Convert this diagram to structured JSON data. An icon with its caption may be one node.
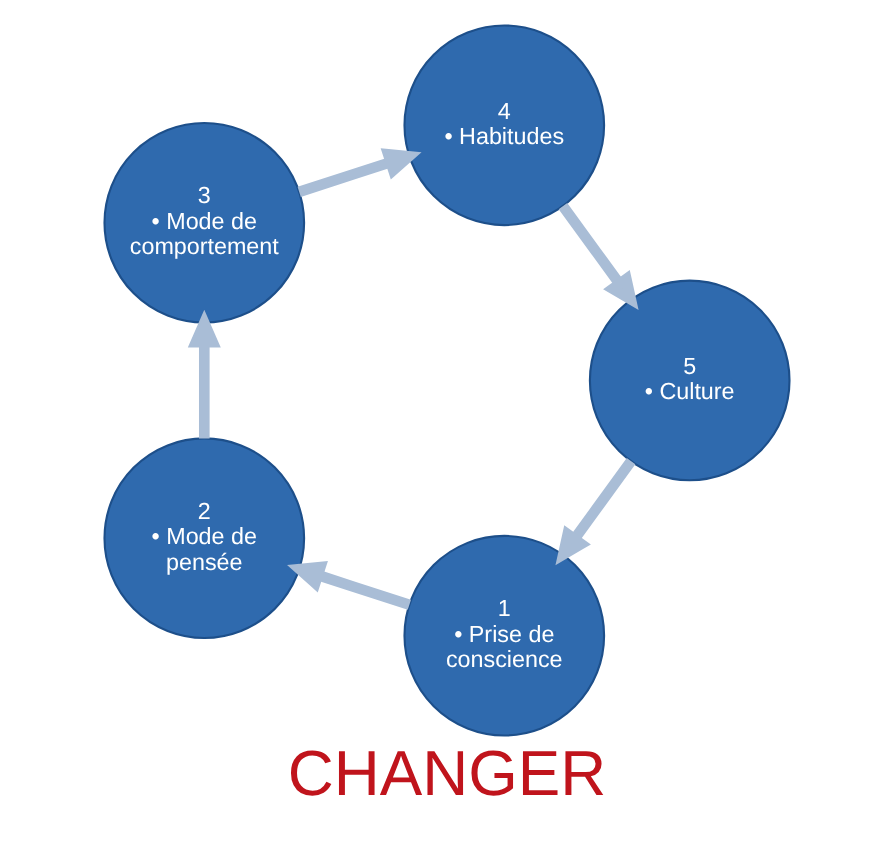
{
  "diagram": {
    "title": "CHANGER",
    "nodes": [
      {
        "text": [
          "1",
          "• Prise de conscience"
        ]
      },
      {
        "text": [
          "2",
          "• Mode de pensée"
        ]
      },
      {
        "text": [
          "3",
          "• Mode de comportement"
        ]
      },
      {
        "text": [
          "4",
          "• Habitudes"
        ]
      },
      {
        "text": [
          "5",
          "• Culture"
        ]
      }
    ],
    "edges": [
      {
        "from": 0,
        "to": 1,
        "arrow": "to"
      },
      {
        "from": 1,
        "to": 2,
        "arrow": "to"
      },
      {
        "from": 2,
        "to": 3,
        "arrow": "to"
      },
      {
        "from": 3,
        "to": 4,
        "arrow": "to"
      },
      {
        "from": 4,
        "to": 0,
        "arrow": "to"
      }
    ]
  }
}
